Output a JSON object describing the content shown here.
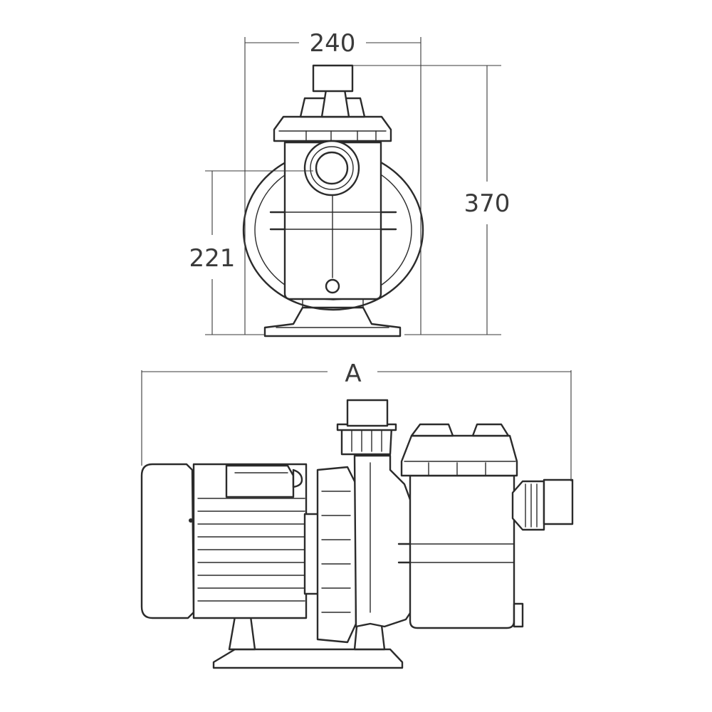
{
  "dimensions": {
    "width_top": "240",
    "height_total": "370",
    "height_inlet": "221",
    "length_side": "A"
  },
  "colors": {
    "line": "#2b2b2b",
    "dimension": "#3a3a3a",
    "background": "#ffffff"
  }
}
